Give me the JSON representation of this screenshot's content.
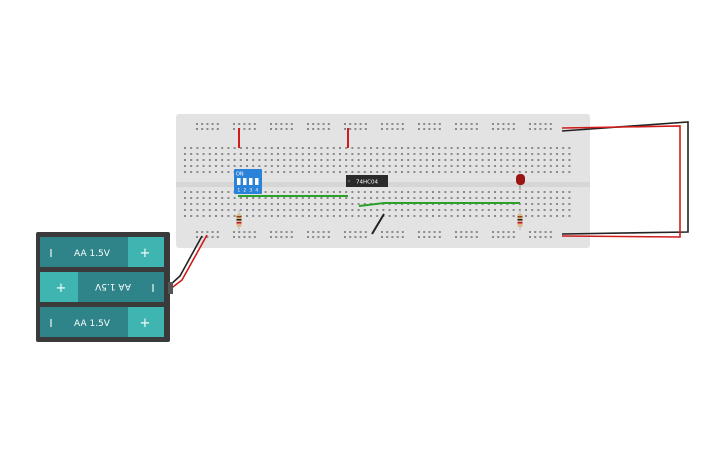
{
  "components": {
    "dip_switch": {
      "label": "ON",
      "positions": [
        "1",
        "2",
        "3",
        "4"
      ]
    },
    "chip": {
      "label": "74HC04"
    },
    "battery_pack": {
      "cells": [
        {
          "label": "AA 1.5V",
          "plus": "+",
          "minus": "I"
        },
        {
          "label": "AA 1.5V",
          "plus": "+",
          "minus": "I"
        },
        {
          "label": "AA 1.5V",
          "plus": "+",
          "minus": "I"
        }
      ]
    }
  },
  "colors": {
    "board": "#e3e3e3",
    "hole": "#8a8a8a",
    "battery_case": "#3a3a3a",
    "cell": "#2e8489",
    "cell_cap": "#3fb5b2",
    "wire_red": "#d11b1b",
    "wire_black": "#222222",
    "wire_green": "#2ba12b",
    "dip_switch": "#2b82d9",
    "led": "#9c1414"
  }
}
